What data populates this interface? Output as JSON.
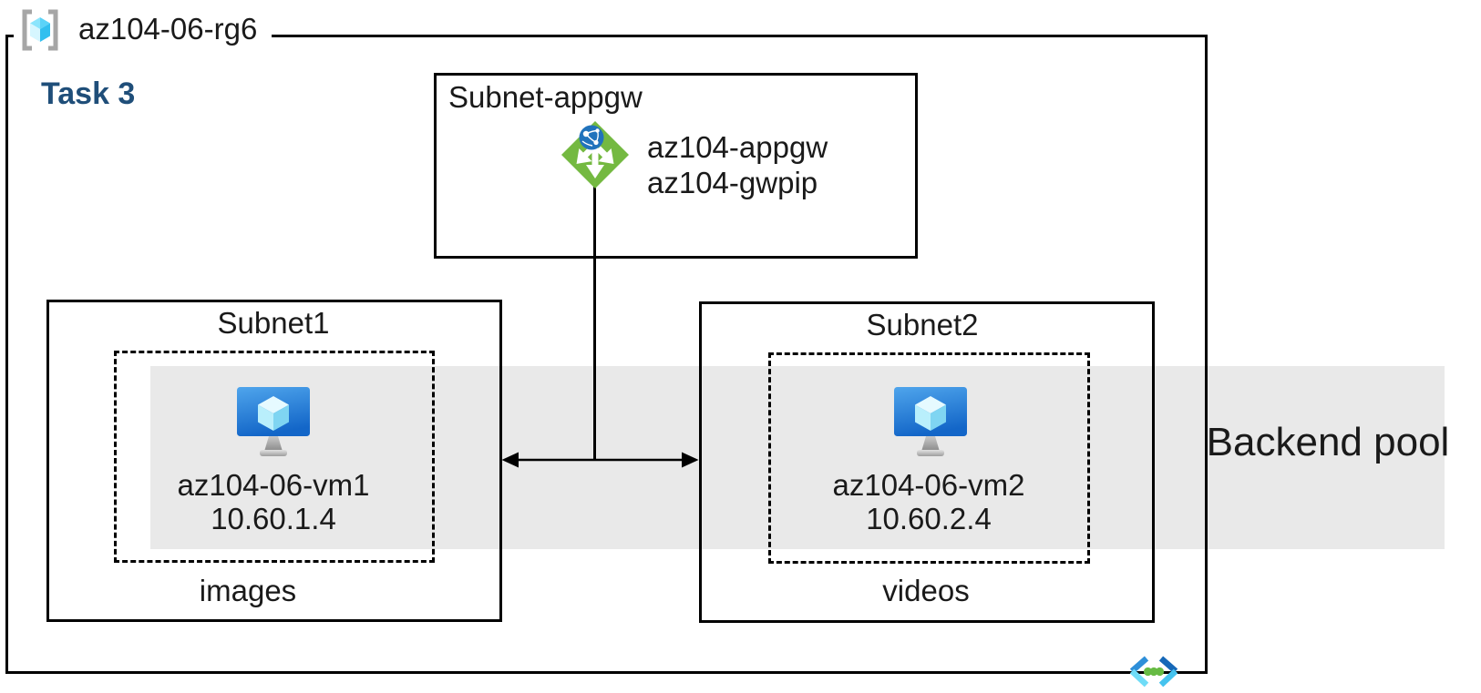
{
  "resource_group": {
    "name": "az104-06-rg6"
  },
  "task_label": "Task 3",
  "appgw_subnet": {
    "label": "Subnet-appgw",
    "gateway_name": "az104-appgw",
    "gateway_public_ip": "az104-gwpip"
  },
  "subnet1": {
    "label": "Subnet1",
    "vm_name": "az104-06-vm1",
    "vm_ip": "10.60.1.4",
    "caption": "images"
  },
  "subnet2": {
    "label": "Subnet2",
    "vm_name": "az104-06-vm2",
    "vm_ip": "10.60.2.4",
    "caption": "videos"
  },
  "backend_pool": {
    "label": "Backend pool"
  },
  "icons": {
    "resource_group": "resource-group-icon",
    "application_gateway": "application-gateway-icon",
    "virtual_machine": "virtual-machine-icon",
    "virtual_network": "virtual-network-icon"
  },
  "colors": {
    "task_blue": "#1F4E79",
    "backend_band_gray": "#E9E9E9",
    "appgw_green": "#74B941",
    "globe_blue": "#2173BC",
    "vm_screen_blue": "#1366C8",
    "vnet_dark_blue": "#1668B8",
    "vnet_light_blue": "#6FDCF7",
    "vnet_dot_green": "#67BB44",
    "line_black": "#000000"
  }
}
